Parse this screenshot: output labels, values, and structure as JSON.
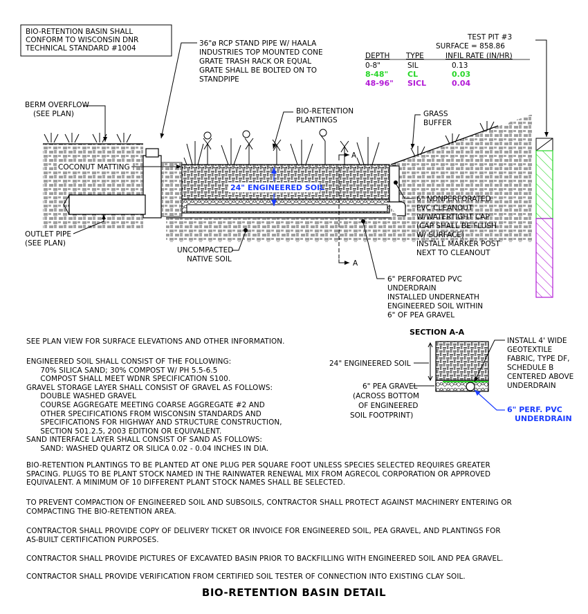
{
  "header_box": [
    "BIO-RETENTION BASIN SHALL",
    "CONFORM TO WISCONSIN DNR",
    "TECHNICAL STANDARD #1004"
  ],
  "stand_pipe_note": [
    "36\"ø RCP STAND PIPE W/ HAALA",
    "INDUSTRIES TOP MOUNTED CONE",
    "GRATE TRASH RACK OR EQUAL",
    "GRATE SHALL BE BOLTED ON TO",
    "STANDPIPE"
  ],
  "test_pit": {
    "title": "TEST PIT #3",
    "surface": "SURFACE = 858.86",
    "headers": [
      "DEPTH",
      "TYPE",
      "INFIL RATE (IN/HR)"
    ],
    "rows": [
      {
        "depth": "0-8\"",
        "type": "SIL",
        "rate": "0.13",
        "color": "#000000"
      },
      {
        "depth": "8-48\"",
        "type": "CL",
        "rate": "0.03",
        "color": "#27d627"
      },
      {
        "depth": "48-96\"",
        "type": "SICL",
        "rate": "0.04",
        "color": "#b21ad6"
      }
    ]
  },
  "labels": {
    "berm_overflow": [
      "BERM OVERFLOW",
      "(SEE PLAN)"
    ],
    "bio_plantings": [
      "BIO-RETENTION",
      "PLANTINGS"
    ],
    "grass_buffer": [
      "GRASS",
      "BUFFER"
    ],
    "coconut": "COCONUT MATTING",
    "engineered_soil": "24\" ENGINEERED SOIL",
    "outlet_pipe": [
      "OUTLET PIPE",
      "(SEE PLAN)"
    ],
    "uncompacted": [
      "UNCOMPACTED",
      "NATIVE SOIL"
    ],
    "cleanout": [
      "6\" NONPERFORATED",
      "PVC CLEANOUT",
      "W/WATERTIGHT CAP",
      "(CAP SHALL BE FLUSH",
      "W/ SURFACE)",
      "INSTALL MARKER POST",
      "NEXT TO CLEANOUT"
    ],
    "underdrain": [
      "6\" PERFORATED PVC",
      "UNDERDRAIN",
      "INSTALLED UNDERNEATH",
      "ENGINEERED SOIL WITHIN",
      "6\" OF PEA GRAVEL"
    ],
    "section_a": "A"
  },
  "section": {
    "title": "SECTION A-A",
    "eng_soil": "24\" ENGINEERED SOIL",
    "pea_gravel": [
      "6\" PEA GRAVEL",
      "(ACROSS BOTTOM",
      "OF ENGINEERED",
      "SOIL FOOTPRINT)"
    ],
    "geotextile": [
      "INSTALL 4' WIDE",
      "GEOTEXTILE",
      "FABRIC, TYPE DF,",
      "SCHEDULE B",
      "CENTERED ABOVE",
      "UNDERDRAIN"
    ],
    "perf_pvc": [
      "6\" PERF. PVC",
      "UNDERDRAIN"
    ]
  },
  "notes": {
    "n1": "SEE PLAN VIEW FOR SURFACE ELEVATIONS AND OTHER INFORMATION.",
    "n2": "ENGINEERED SOIL SHALL CONSIST OF THE FOLLOWING:\n      70% SILICA SAND; 30% COMPOST W/ PH 5.5-6.5\n      COMPOST SHALL MEET WDNR SPECIFICATION S100.\nGRAVEL STORAGE LAYER SHALL CONSIST OF GRAVEL AS FOLLOWS:\n      DOUBLE WASHED GRAVEL\n      COURSE AGGREGATE MEETING COARSE AGGREGATE #2 AND\n      OTHER SPECIFICATIONS FROM WISCONSIN STANDARDS AND\n      SPECIFICATIONS FOR HIGHWAY AND STRUCTURE CONSTRUCTION,\n      SECTION 501.2.5, 2003 EDITION OR EQUIVALENT.\nSAND INTERFACE LAYER SHALL CONSIST OF SAND AS FOLLOWS:\n      SAND: WASHED QUARTZ OR SILICA 0.02 - 0.04 INCHES IN DIA.",
    "n3": "BIO-RETENTION PLANTINGS TO BE PLANTED AT ONE PLUG PER SQUARE FOOT UNLESS SPECIES SELECTED REQUIRES GREATER\nSPACING. PLUGS TO BE PLANT STOCK NAMED IN THE RAINWATER RENEWAL MIX FROM AGRECOL CORPORATION OR APPROVED\nEQUIVALENT. A MINIMUM OF 10 DIFFERENT PLANT STOCK NAMES SHALL BE SELECTED.",
    "n4": "TO PREVENT COMPACTION OF ENGINEERED SOIL AND SUBSOILS, CONTRACTOR SHALL PROTECT AGAINST MACHINERY ENTERING OR\nCOMPACTING THE BIO-RETENTION AREA.",
    "n5": "CONTRACTOR SHALL PROVIDE COPY OF DELIVERY TICKET OR INVOICE FOR ENGINEERED SOIL, PEA GRAVEL, AND PLANTINGS FOR\nAS-BUILT CERTIFICATION PURPOSES.",
    "n6": "CONTRACTOR SHALL PROVIDE PICTURES OF EXCAVATED BASIN PRIOR TO BACKFILLING WITH ENGINEERED SOIL AND PEA GRAVEL.",
    "n7": "CONTRACTOR SHALL PROVIDE VERIFICATION FROM CERTIFIED SOIL TESTER OF CONNECTION INTO EXISTING CLAY SOIL."
  },
  "title": "BIO-RETENTION BASIN DETAIL"
}
